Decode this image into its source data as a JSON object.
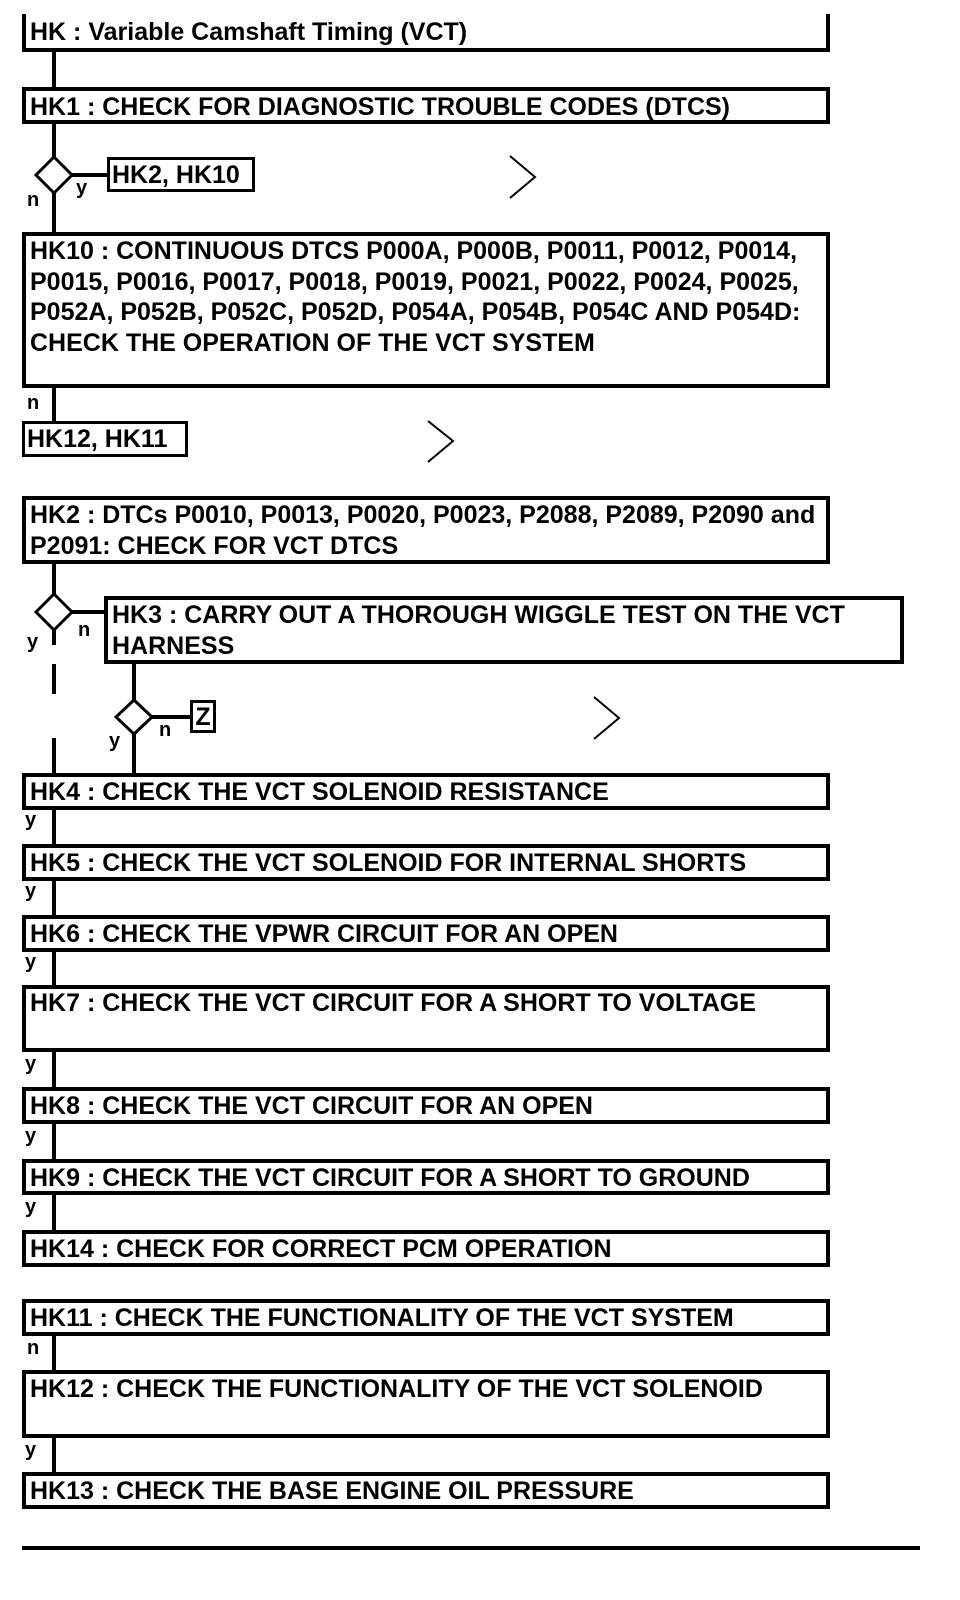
{
  "header": {
    "title": "HK : Variable Camshaft Timing (VCT)"
  },
  "steps": {
    "hk1": "HK1 : CHECK FOR DIAGNOSTIC TROUBLE CODES (DTCS)",
    "hk10": "HK10 : CONTINUOUS DTCS P000A, P000B, P0011, P0012, P0014, P0015, P0016, P0017, P0018, P0019, P0021, P0022, P0024, P0025, P052A, P052B, P052C, P052D, P054A, P054B, P054C AND P054D: CHECK THE OPERATION OF THE VCT SYSTEM",
    "hk2": "HK2 : DTCs P0010, P0013, P0020, P0023, P2088, P2089, P2090 and P2091: CHECK FOR VCT DTCS",
    "hk3": "HK3 : CARRY OUT A THOROUGH WIGGLE TEST ON THE VCT HARNESS",
    "hk4": "HK4 : CHECK THE VCT SOLENOID RESISTANCE",
    "hk5": "HK5 : CHECK THE VCT SOLENOID FOR INTERNAL SHORTS",
    "hk6": "HK6 : CHECK THE VPWR CIRCUIT FOR AN OPEN",
    "hk7": "HK7 : CHECK THE VCT CIRCUIT FOR A SHORT TO VOLTAGE",
    "hk8": "HK8 : CHECK THE VCT CIRCUIT FOR AN OPEN",
    "hk9": "HK9 : CHECK THE VCT CIRCUIT FOR A SHORT TO GROUND",
    "hk14": "HK14 : CHECK FOR CORRECT PCM OPERATION",
    "hk11": "HK11 : CHECK THE FUNCTIONALITY OF THE VCT SYSTEM",
    "hk12": "HK12 : CHECK THE FUNCTIONALITY OF THE VCT SOLENOID",
    "hk13": "HK13 : CHECK THE BASE ENGINE OIL PRESSURE"
  },
  "refs": {
    "hk2_hk10": "HK2, HK10",
    "hk12_hk11": "HK12, HK11",
    "z": "Z"
  },
  "branch_labels": {
    "yes": "y",
    "no": "n"
  }
}
